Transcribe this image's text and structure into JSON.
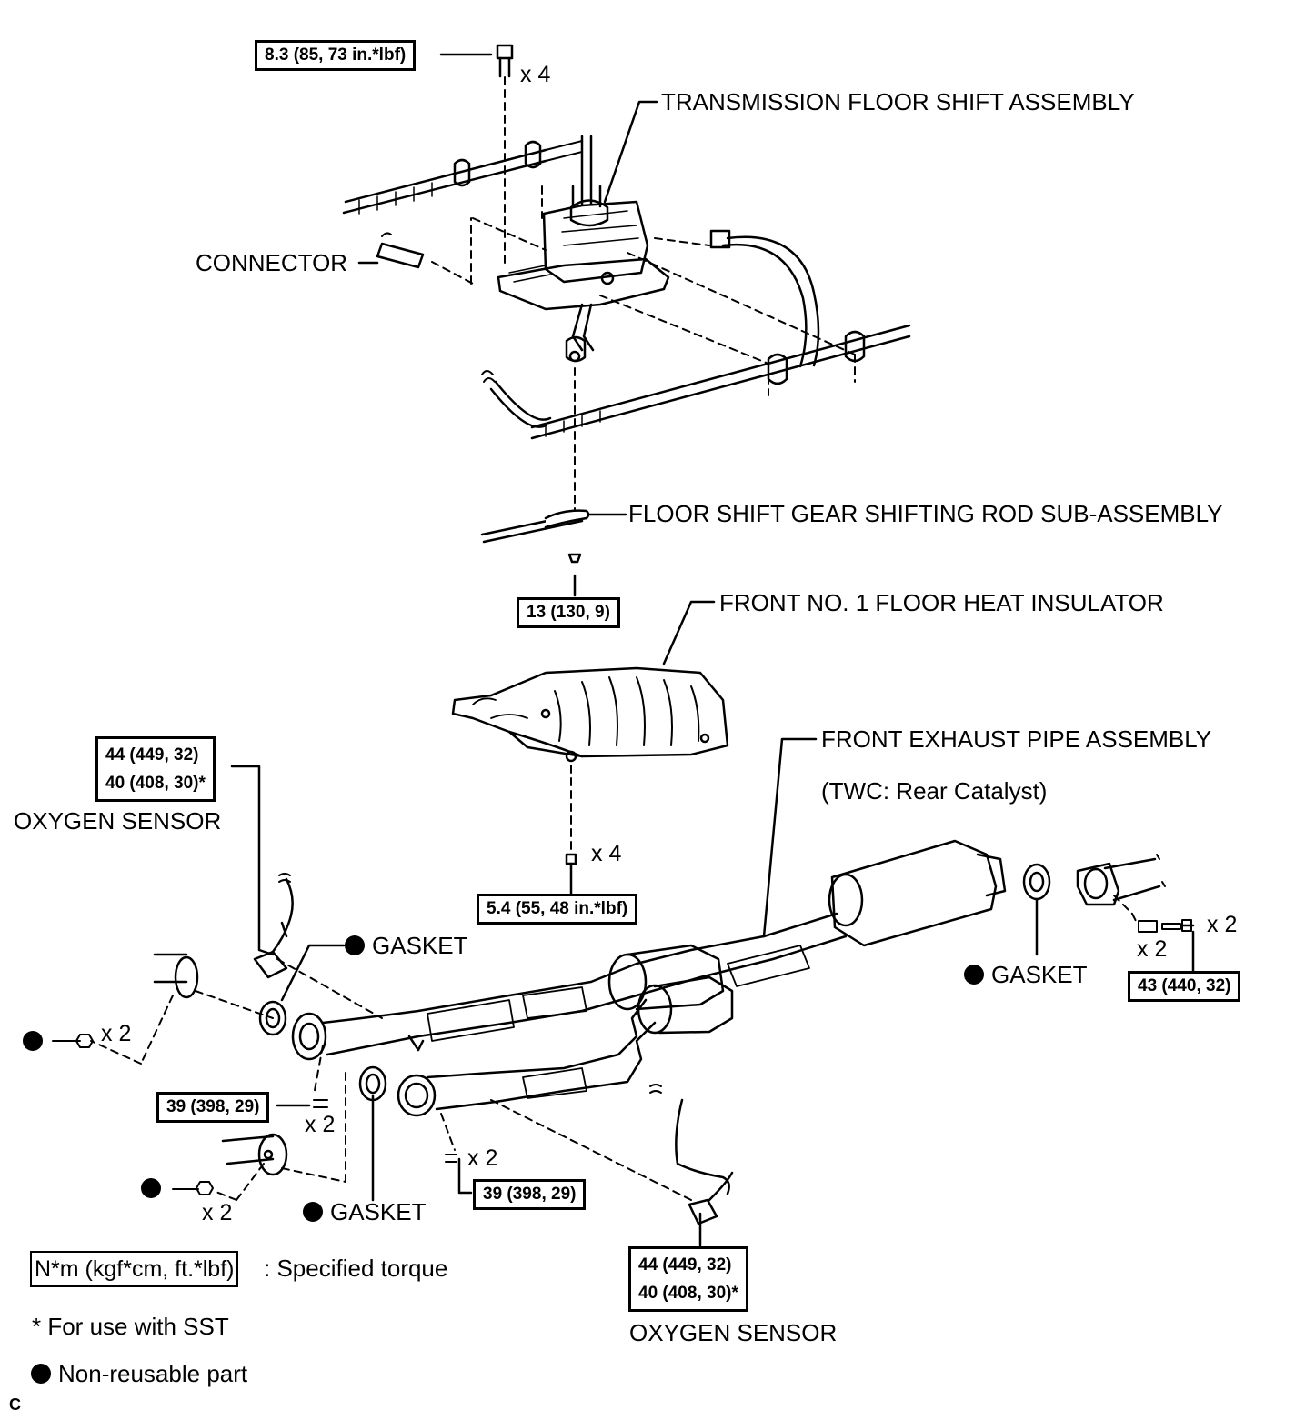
{
  "labels": {
    "transmission": "TRANSMISSION FLOOR SHIFT ASSEMBLY",
    "connector": "CONNECTOR",
    "shift_rod": "FLOOR SHIFT GEAR SHIFTING ROD SUB-ASSEMBLY",
    "heat_insulator": "FRONT NO. 1 FLOOR HEAT INSULATOR",
    "exhaust_pipe": "FRONT EXHAUST PIPE ASSEMBLY",
    "twc": "(TWC: Rear Catalyst)",
    "oxygen_sensor_upper": "OXYGEN SENSOR",
    "oxygen_sensor_lower": "OXYGEN SENSOR",
    "gasket_upper": "GASKET",
    "gasket_rear": "GASKET",
    "gasket_lower": "GASKET"
  },
  "torques": {
    "shift_bolt": "8.3 (85, 73 in.*lbf)",
    "rod_nut": "13 (130, 9)",
    "insulator_nut": "5.4 (55, 48 in.*lbf)",
    "sensor_upper_1": "44 (449, 32)",
    "sensor_upper_2": "40 (408, 30)*",
    "rear_bolt": "43 (440, 32)",
    "stud_left": "39 (398, 29)",
    "stud_center": "39 (398, 29)",
    "sensor_lower_1": "44 (449, 32)",
    "sensor_lower_2": "40 (408, 30)*"
  },
  "quantities": {
    "shift_bolt": "x 4",
    "insulator_nut": "x 4",
    "rear_bolt_a": "x 2",
    "rear_bolt_b": "x 2",
    "left_nut_upper": "x 2",
    "stud_left": "x 2",
    "stud_center": "x 2",
    "left_nut_lower": "x 2"
  },
  "legend": {
    "torque_unit": "N*m (kgf*cm, ft.*lbf)",
    "torque_desc": ": Specified torque",
    "sst_note": "* For use with SST",
    "non_reusable": "Non-reusable part"
  },
  "corner_code": "C"
}
